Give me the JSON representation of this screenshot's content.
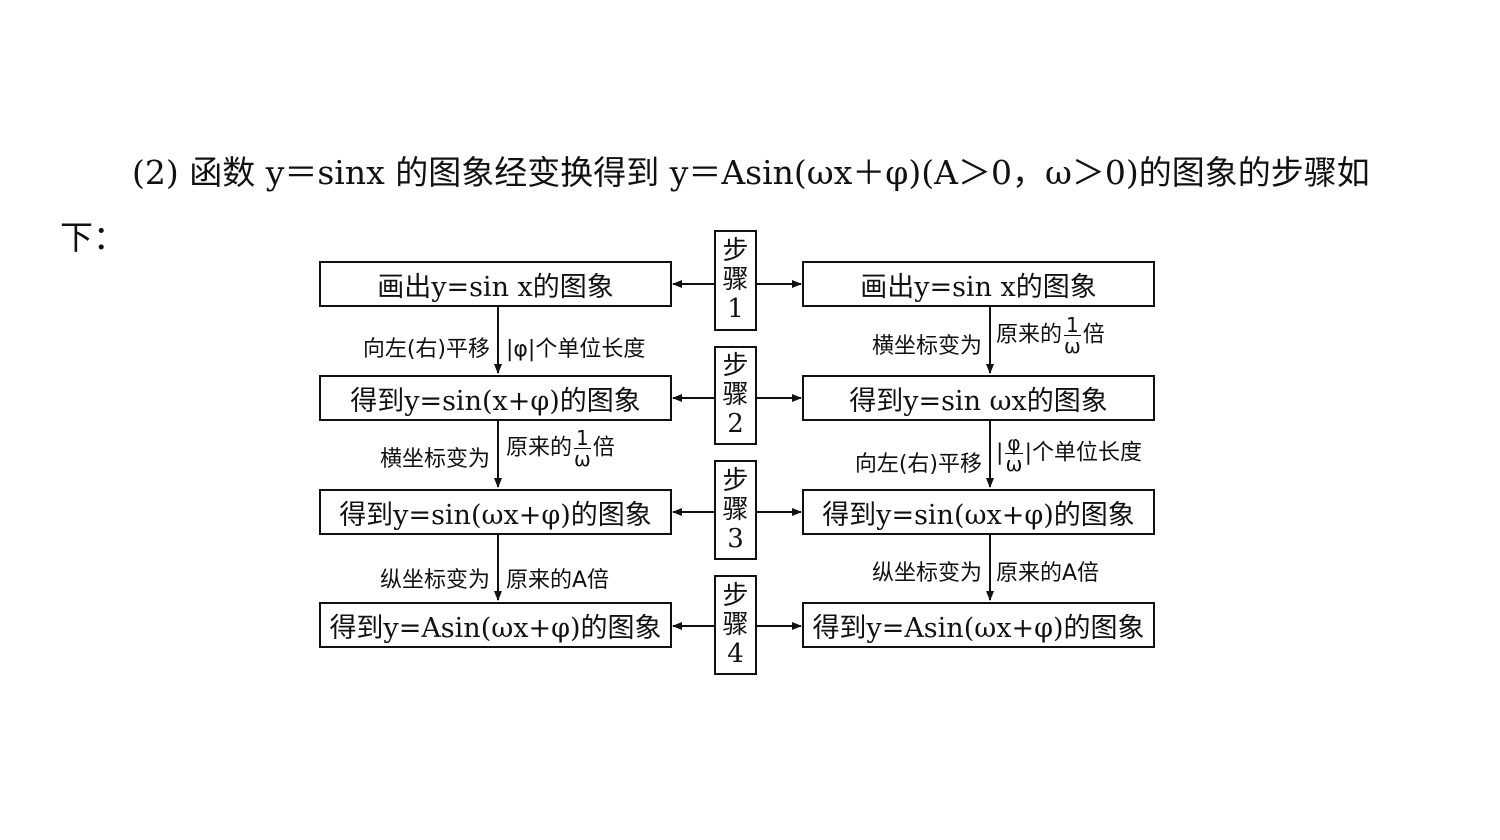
{
  "paragraph": {
    "line1": "(2) 函数 y＝sinx 的图象经变换得到 y＝Asin(ωx＋φ)(A＞0，ω＞0)的图象的步骤如",
    "line2": "下："
  },
  "steps": [
    {
      "char1": "步",
      "char2": "骤",
      "num": "1"
    },
    {
      "char1": "步",
      "char2": "骤",
      "num": "2"
    },
    {
      "char1": "步",
      "char2": "骤",
      "num": "3"
    },
    {
      "char1": "步",
      "char2": "骤",
      "num": "4"
    }
  ],
  "left_boxes": [
    "画出y=sin x的图象",
    "得到y=sin(x+φ)的图象",
    "得到y=sin(ωx+φ)的图象",
    "得到y=Asin(ωx+φ)的图象"
  ],
  "right_boxes": [
    "画出y=sin x的图象",
    "得到y=sin ωx的图象",
    "得到y=sin(ωx+φ)的图象",
    "得到y=Asin(ωx+φ)的图象"
  ],
  "left_transforms": [
    {
      "before": "向左(右)平移",
      "after": "|φ|个单位长度"
    },
    {
      "before": "横坐标变为",
      "after_prefix": "原来的",
      "frac_num": "1",
      "frac_den": "ω",
      "after_suffix": "倍"
    },
    {
      "before": "纵坐标变为",
      "after": "原来的A倍"
    }
  ],
  "right_transforms": [
    {
      "before": "横坐标变为",
      "after_prefix": "原来的",
      "frac_num": "1",
      "frac_den": "ω",
      "after_suffix": "倍"
    },
    {
      "before": "向左(右)平移",
      "after_prefix": "|",
      "frac_num": "φ",
      "frac_den": "ω",
      "after_suffix": "|个单位长度"
    },
    {
      "before": "纵坐标变为",
      "after": "原来的A倍"
    }
  ]
}
